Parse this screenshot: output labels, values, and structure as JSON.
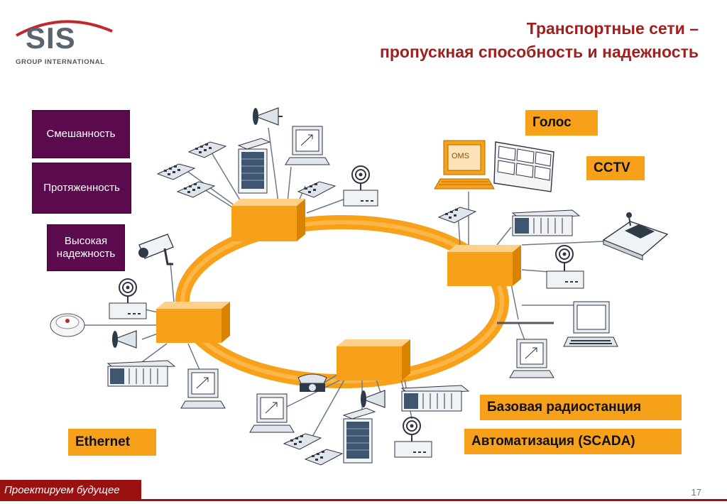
{
  "logo": {
    "name": "SIS",
    "subtitle": "GROUP INTERNATIONAL"
  },
  "title": {
    "line1": "Транспортные сети –",
    "line2": "пропускная способность и надежность"
  },
  "left_boxes": [
    "Смешанность",
    "Протяженность",
    "Высокая надежность"
  ],
  "labels": {
    "voice": "Голос",
    "cctv": "CCTV",
    "ethernet": "Ethernet",
    "base_station": "Базовая радиостанция",
    "scada": "Автоматизация (SCADA)",
    "oms": "OMS"
  },
  "footer": {
    "tagline": "Проектируем будущее",
    "page_number": "17"
  },
  "colors": {
    "accent_orange": "#f7a11a",
    "purple": "#5c0a4e",
    "title_red": "#a01f1f",
    "footer_red": "#9b1010"
  }
}
